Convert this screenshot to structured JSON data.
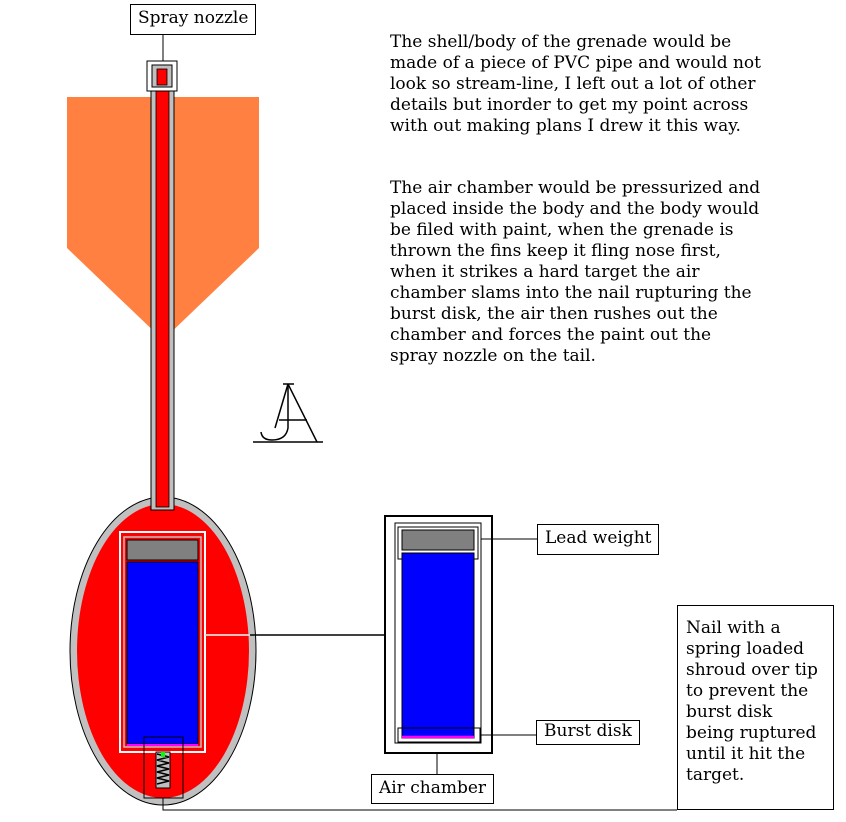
{
  "labels": {
    "spray_nozzle": "Spray nozzle",
    "lead_weight": "Lead weight",
    "burst_disk": "Burst disk",
    "air_chamber": "Air chamber",
    "nail_note": "Nail with a spring loaded shroud over tip to prevent the burst disk being ruptured until it hit the target."
  },
  "description": {
    "paragraph1": "The shell/body of the grenade would be made of a piece of PVC pipe and would not look so stream-line, I left out a lot of other details but inorder to get my point across with out making plans I drew it this way.",
    "paragraph2": "The air chamber would be pressurized and placed inside the body and the body would be filed with paint, when the grenade is thrown the fins keep it fling nose first, when it strikes a hard target the air chamber slams into the nail rupturing the burst disk, the air then rushes out the chamber and forces the paint out the spray nozzle on the tail."
  },
  "colors": {
    "body_fill": "#ff0000",
    "shell_gray": "#c0c0c0",
    "fins": "#ff8040",
    "air_chamber": "#0000ff",
    "lead_weight": "#808080",
    "burst_disk": "#ff00ff"
  }
}
